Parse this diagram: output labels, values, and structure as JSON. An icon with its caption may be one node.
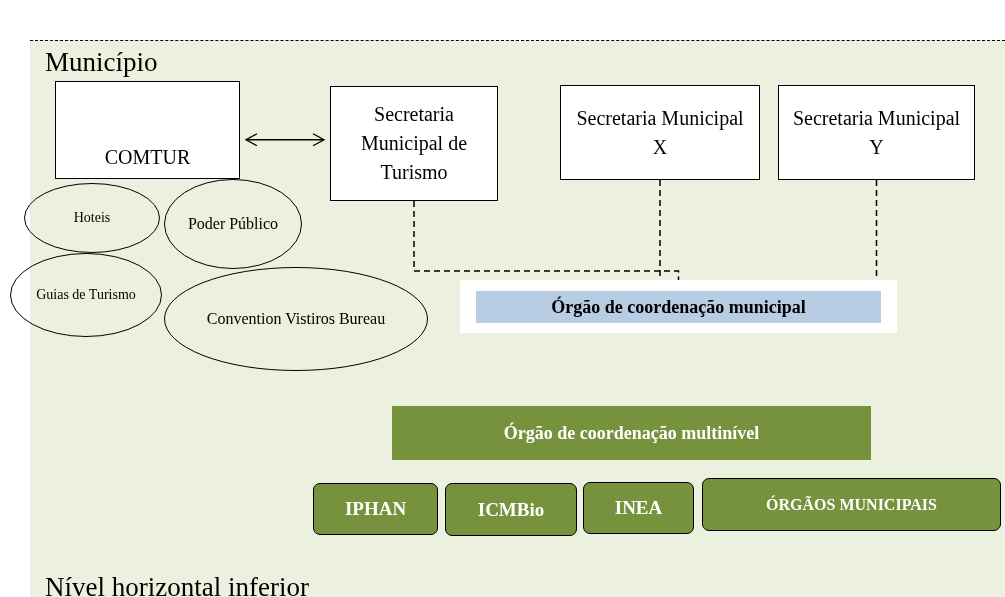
{
  "diagram": {
    "nodes": [
      {
        "text": [
          "Município",
          "Nível horizontal inferior"
        ]
      },
      {
        "text": [
          "COMTUR"
        ],
        "in": 0
      },
      {
        "text": [
          "Secretaria Municipal de Turismo"
        ],
        "in": 0
      },
      {
        "text": [
          "Secretaria Municipal X"
        ],
        "in": 0
      },
      {
        "text": [
          "Secretaria Municipal Y"
        ],
        "in": 0
      },
      {
        "text": [
          "Hoteis"
        ],
        "in": 0
      },
      {
        "text": [
          "Poder Público"
        ],
        "in": 0
      },
      {
        "text": [
          "Guias de Turismo"
        ],
        "in": 0
      },
      {
        "text": [
          "Convention Vistiros Bureau"
        ],
        "in": 0
      },
      {
        "text": [
          "Órgão de coordenação municipal"
        ],
        "in": 0
      },
      {
        "text": [
          "Órgão de coordenação multinível"
        ],
        "in": 0
      },
      {
        "text": [
          "IPHAN"
        ],
        "in": 0
      },
      {
        "text": [
          "ICMBio"
        ],
        "in": 0
      },
      {
        "text": [
          "INEA"
        ],
        "in": 0
      },
      {
        "text": [
          "ÓRGÃOS MUNICIPAIS"
        ],
        "in": 0
      }
    ],
    "edges": [
      {
        "from": 1,
        "to": 2,
        "arrow": "both"
      },
      {
        "from": 2,
        "to": 9,
        "arrow": "none",
        "style": "dashed"
      },
      {
        "from": 3,
        "to": 9,
        "arrow": "none",
        "style": "dashed"
      },
      {
        "from": 4,
        "to": 9,
        "arrow": "none",
        "style": "dashed"
      }
    ]
  }
}
